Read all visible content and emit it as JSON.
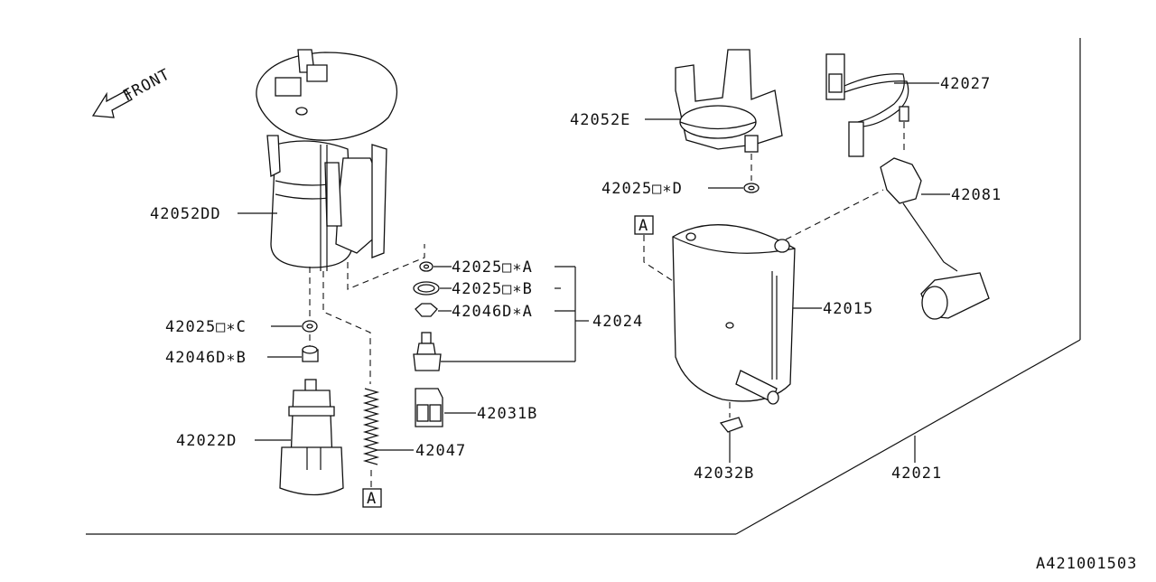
{
  "diagram": {
    "front_label": "FRONT",
    "ref_code": "A421001503",
    "ref_marker": "A",
    "parts": {
      "p42052DD": "42052DD",
      "p42025C": "42025□∗C",
      "p42046DB": "42046D∗B",
      "p42022D": "42022D",
      "p42047": "42047",
      "p42025A": "42025□∗A",
      "p42025B": "42025□∗B",
      "p42046DA": "42046D∗A",
      "p42024": "42024",
      "p42031B": "42031B",
      "p42052E": "42052E",
      "p42025D": "42025□∗D",
      "p42027": "42027",
      "p42081": "42081",
      "p42015": "42015",
      "p42032B": "42032B",
      "p42021": "42021"
    }
  }
}
